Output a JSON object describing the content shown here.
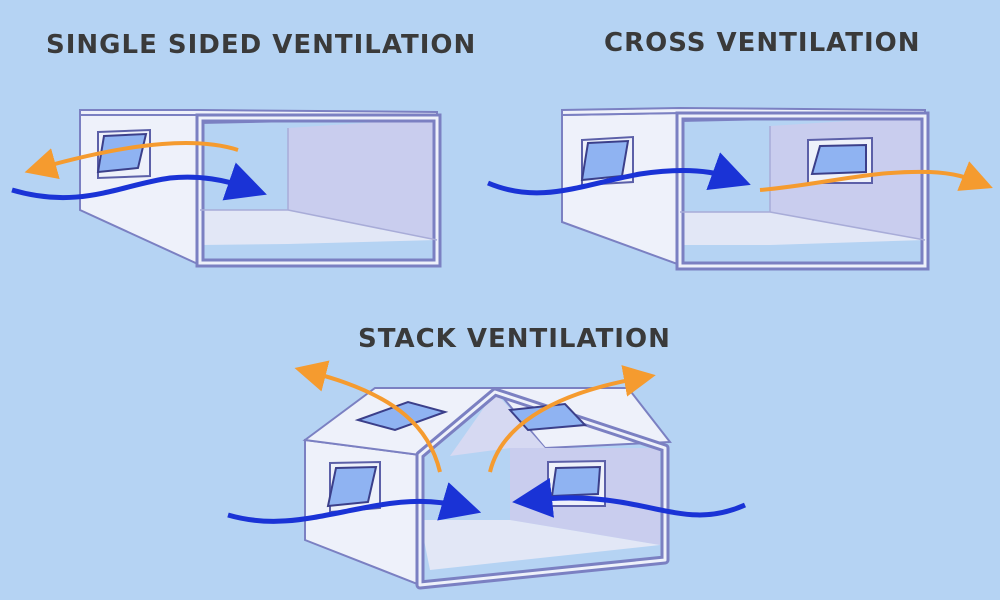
{
  "colors": {
    "background": "#b5d3f3",
    "title_text": "#3a3a3a",
    "wall_face": "#eef1fa",
    "wall_edge": "#7b80c2",
    "interior_floor": "#e2e7f6",
    "interior_back_wall": "#c9cdee",
    "window_glass": "#8fb3f2",
    "warm_air": "#f59b2f",
    "cool_air": "#1a33d6"
  },
  "panels": [
    {
      "title": "SINGLE SIDED VENTILATION"
    },
    {
      "title": "CROSS VENTILATION"
    },
    {
      "title": "STACK VENTILATION"
    }
  ]
}
